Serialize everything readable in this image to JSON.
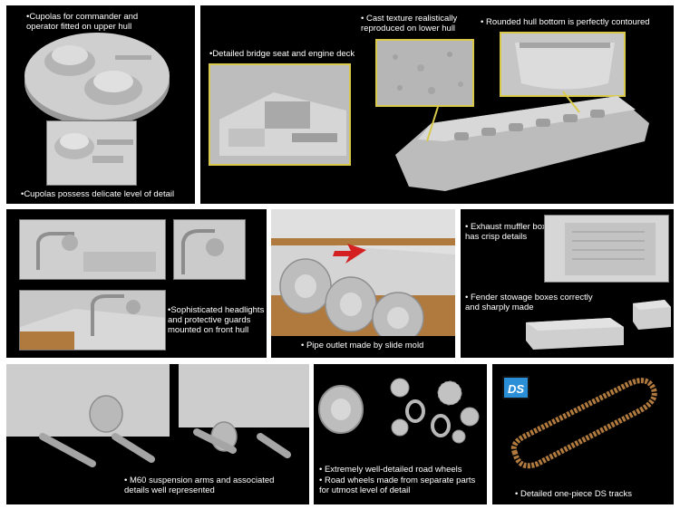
{
  "panels": {
    "cupolas": {
      "caption_top": "•Cupolas for commander and operator fitted on upper hull",
      "caption_bottom": "•Cupolas possess delicate level of detail"
    },
    "hull": {
      "caption_bridge": "•Detailed bridge seat and engine deck",
      "caption_cast": "• Cast texture realistically reproduced on lower hull",
      "caption_rounded": "• Rounded hull bottom is perfectly contoured"
    },
    "headlights": {
      "caption": "•Sophisticated headlights and protective guards mounted on front hull"
    },
    "pipe": {
      "caption": "• Pipe outlet made by slide mold"
    },
    "exhaust": {
      "caption_muffler": "• Exhaust muffler box has crisp details",
      "caption_fender": "• Fender stowage boxes correctly and sharply made"
    },
    "suspension": {
      "caption": "• M60 suspension arms and associated details well represented"
    },
    "wheels": {
      "caption_1": "• Extremely well-detailed road wheels",
      "caption_2": "• Road wheels made from separate parts for utmost level of detail"
    },
    "tracks": {
      "logo_text": "DS",
      "caption": "• Detailed one-piece DS tracks"
    }
  },
  "colors": {
    "panel_bg": "#000000",
    "caption_text": "#ffffff",
    "inset_border": "#d8c94a",
    "model_grey": "#c8c8c8",
    "track_brown": "#b07a3e",
    "arrow_red": "#d42020",
    "logo_blue": "#2a8fd6"
  }
}
